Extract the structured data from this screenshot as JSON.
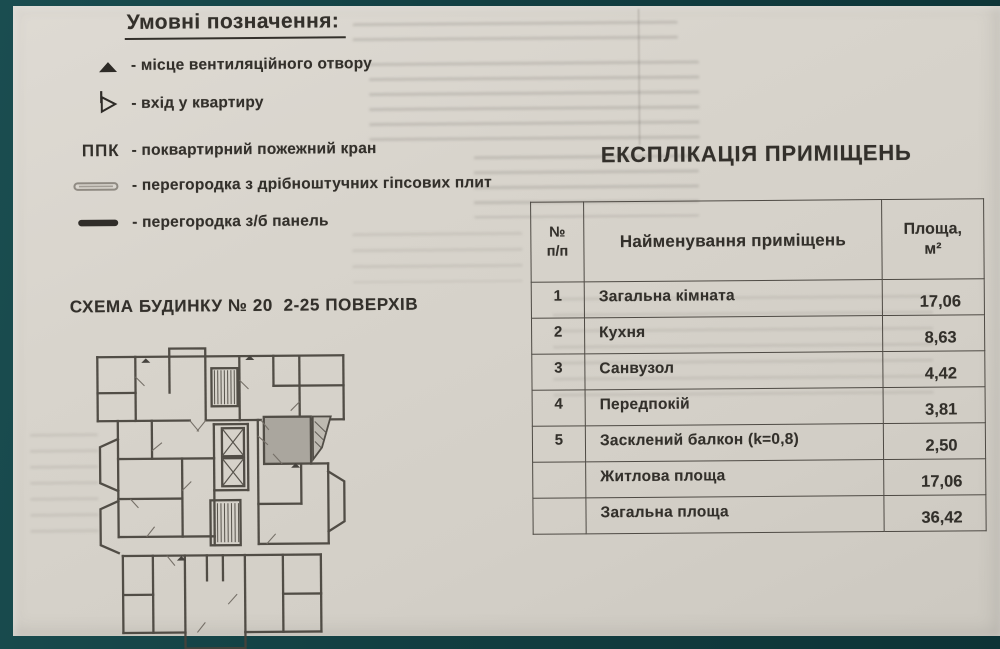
{
  "legend": {
    "title": "Умовні позначення:",
    "items": [
      {
        "icon": "vent-opening-triangle-icon",
        "label": "- місце вентиляційного отвору"
      },
      {
        "icon": "apartment-entrance-icon",
        "label": "- вхід у квартиру"
      },
      {
        "icon": "ppk-symbol",
        "symbol_text": "ППК",
        "label": "- поквартирний пожежний кран"
      },
      {
        "icon": "gypsum-partition-icon",
        "label": "- перегородка з дрібноштучних гіпсових плит"
      },
      {
        "icon": "concrete-panel-partition-icon",
        "label": "- перегородка з/б панель"
      }
    ]
  },
  "scheme": {
    "title": "СХЕМА БУДИНКУ № 20  2-25 ПОВЕРХІВ"
  },
  "table": {
    "title": "ЕКСПЛІКАЦІЯ ПРИМІЩЕНЬ",
    "headers": {
      "num_top": "№",
      "num_bottom": "п/п",
      "name": "Найменування приміщень",
      "area_top": "Площа,",
      "area_bottom": "м²"
    },
    "rows": [
      {
        "num": "1",
        "name": "Загальна кімната",
        "area": "17,06"
      },
      {
        "num": "2",
        "name": "Кухня",
        "area": "8,63"
      },
      {
        "num": "3",
        "name": "Санвузол",
        "area": "4,42"
      },
      {
        "num": "4",
        "name": "Передпокій",
        "area": "3,81"
      },
      {
        "num": "5",
        "name": "Засклений балкон (k=0,8)",
        "area": "2,50"
      },
      {
        "num": "",
        "name": "Житлова площа",
        "area": "17,06"
      },
      {
        "num": "",
        "name": "Загальна площа",
        "area": "36,42"
      }
    ]
  },
  "colors": {
    "backdrop_teal": "#123f42",
    "paper": "#d6d2ca",
    "ink": "#33302b",
    "table_border": "#4e4a44",
    "shaded_room": "#a7a39b"
  }
}
